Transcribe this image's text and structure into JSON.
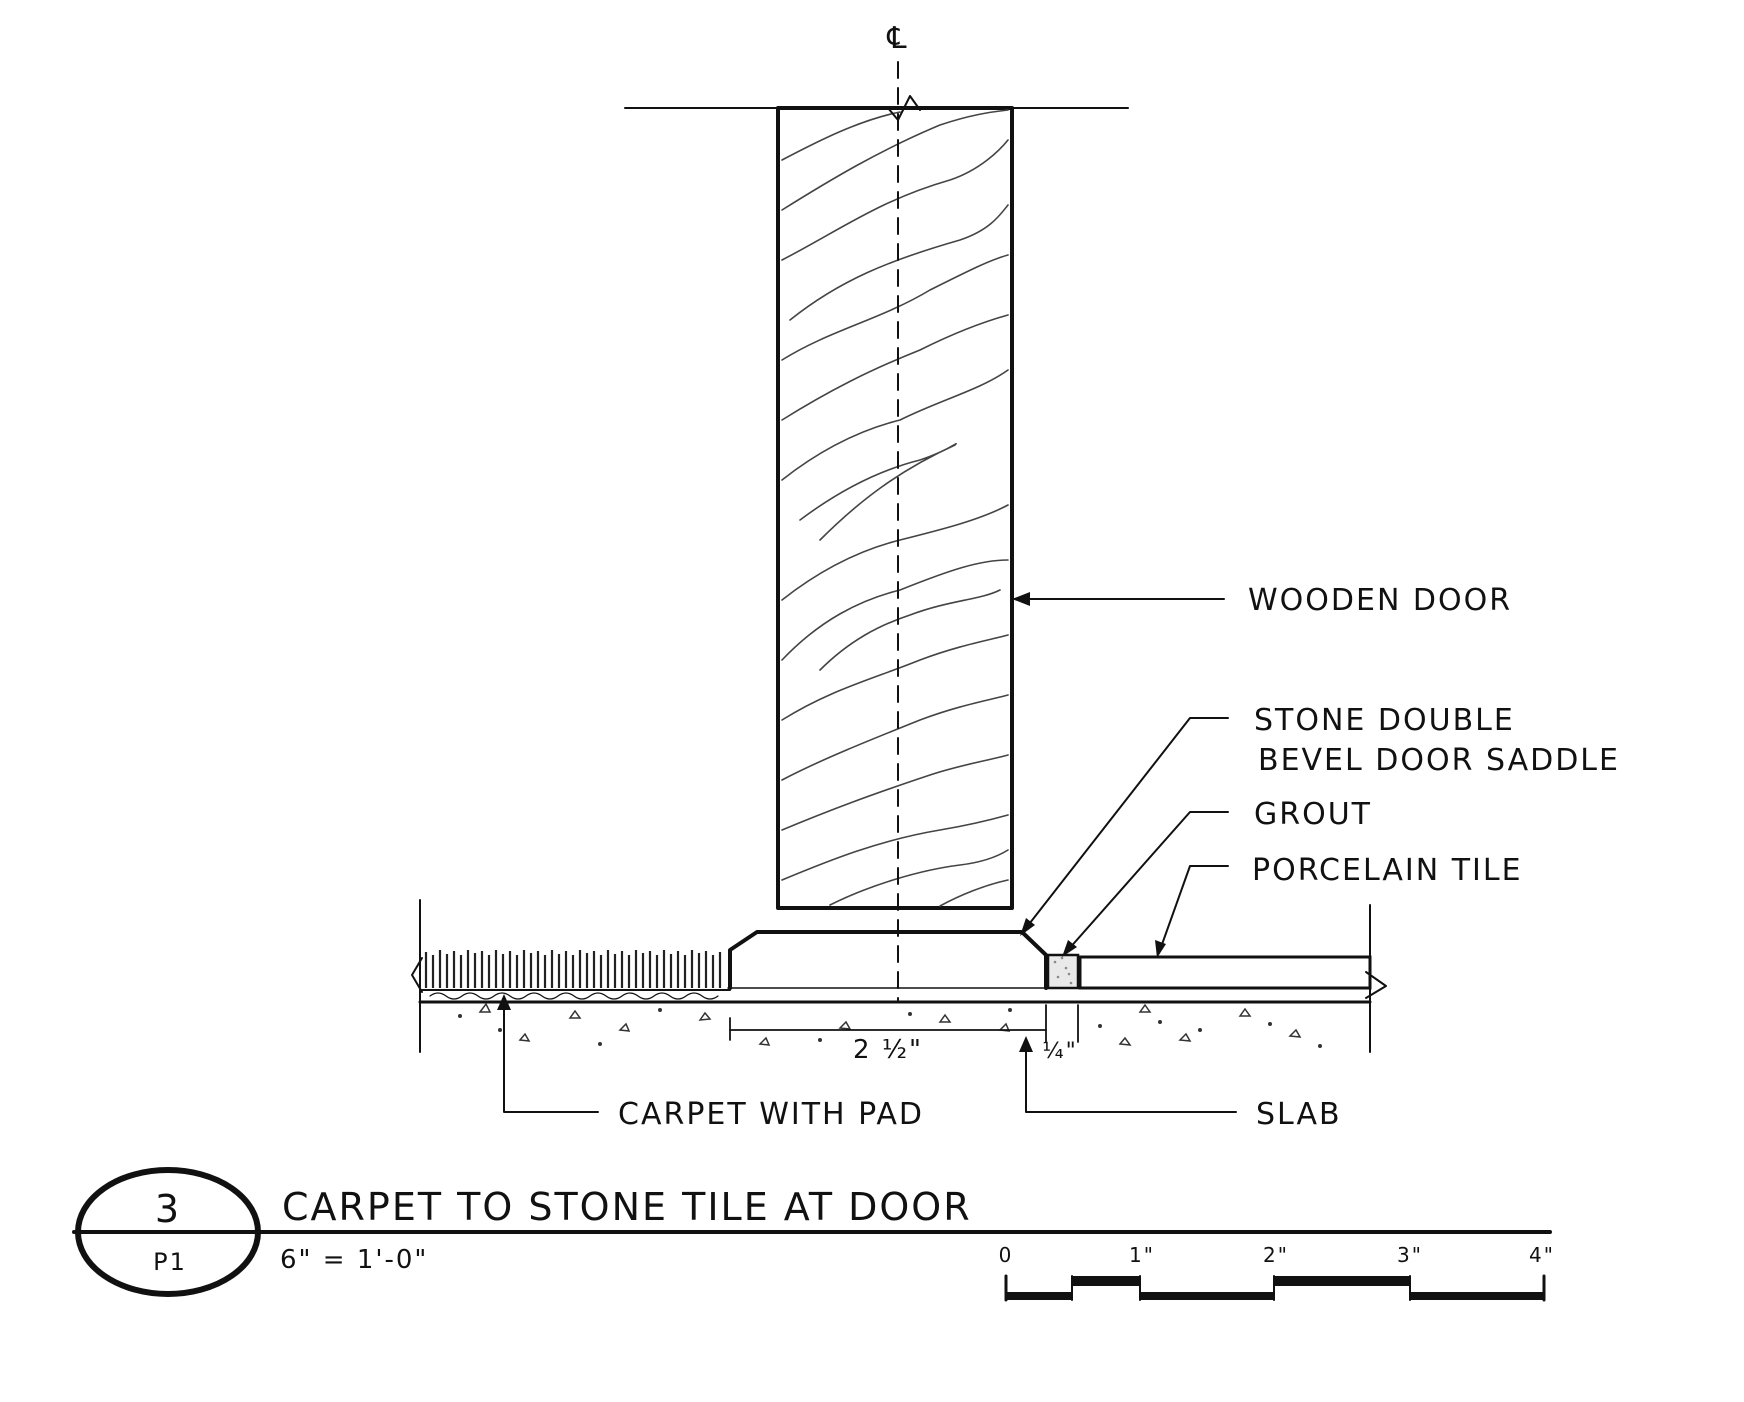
{
  "centerline": "℄",
  "labels": {
    "wooden_door": "WOODEN DOOR",
    "saddle_line1": "STONE DOUBLE",
    "saddle_line2": "BEVEL DOOR SADDLE",
    "grout": "GROUT",
    "porcelain_tile": "PORCELAIN TILE",
    "carpet": "CARPET WITH PAD",
    "slab": "SLAB"
  },
  "dimensions": {
    "saddle_width": "2 ½\"",
    "grout_width": "¼\""
  },
  "title_block": {
    "detail_number": "3",
    "sheet": "P1",
    "title": "CARPET TO STONE TILE AT DOOR",
    "scale": "6\" = 1'-0\""
  },
  "scale_bar": {
    "ticks": [
      "0",
      "1\"",
      "2\"",
      "3\"",
      "4\""
    ]
  }
}
